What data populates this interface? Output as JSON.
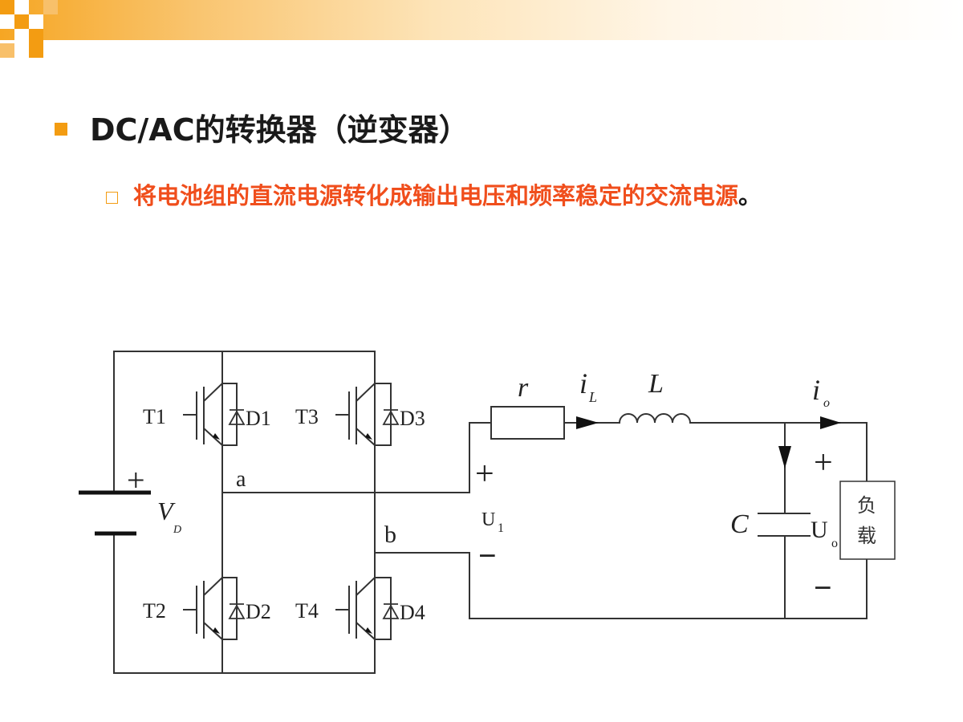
{
  "slide": {
    "heading": "DC/AC的转换器（逆变器）",
    "subheading": "将电池组的直流电源转化成输出电压和频率稳定的交流电源",
    "subheading_end": "。"
  },
  "colors": {
    "accent": "#f39c12",
    "subheading_text": "#f04e1c",
    "heading_text": "#1a1a1a",
    "wire": "#333333"
  },
  "circuit": {
    "labels": {
      "t1": "T1",
      "t2": "T2",
      "t3": "T3",
      "t4": "T4",
      "d1": "D1",
      "d2": "D2",
      "d3": "D3",
      "d4": "D4",
      "source_plus": "+",
      "source_v": "V",
      "source_sub": "D",
      "node_a": "a",
      "node_b": "b",
      "resistor": "r",
      "current_il": "i",
      "current_il_sub": "L",
      "inductor": "L",
      "current_io": "i",
      "current_io_sub": "o",
      "u1_plus": "+",
      "u1": "U",
      "u1_sub": "1",
      "u1_minus": "−",
      "capacitor": "C",
      "uo_plus": "+",
      "uo": "U",
      "uo_sub": "o",
      "uo_minus": "−",
      "load_line1": "负",
      "load_line2": "载"
    }
  }
}
